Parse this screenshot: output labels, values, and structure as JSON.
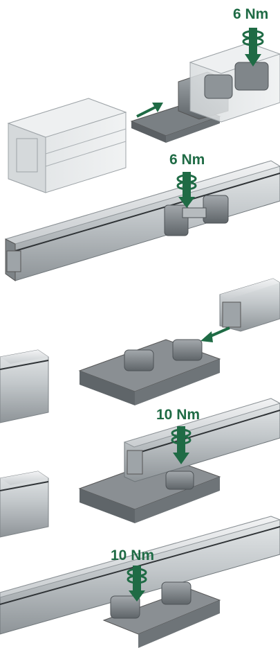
{
  "torque_labels": [
    "6 Nm",
    "6 Nm",
    "10 Nm",
    "10 Nm"
  ],
  "colors": {
    "accent": "#1f6b45",
    "rail_light": "#d4d8da",
    "rail_mid": "#a9afb3",
    "rail_dark": "#6f767a",
    "connector": "#8a8f93",
    "connector_dark": "#5b6064"
  },
  "icons": [
    "torque-screw-icon",
    "insert-arrow-icon"
  ]
}
